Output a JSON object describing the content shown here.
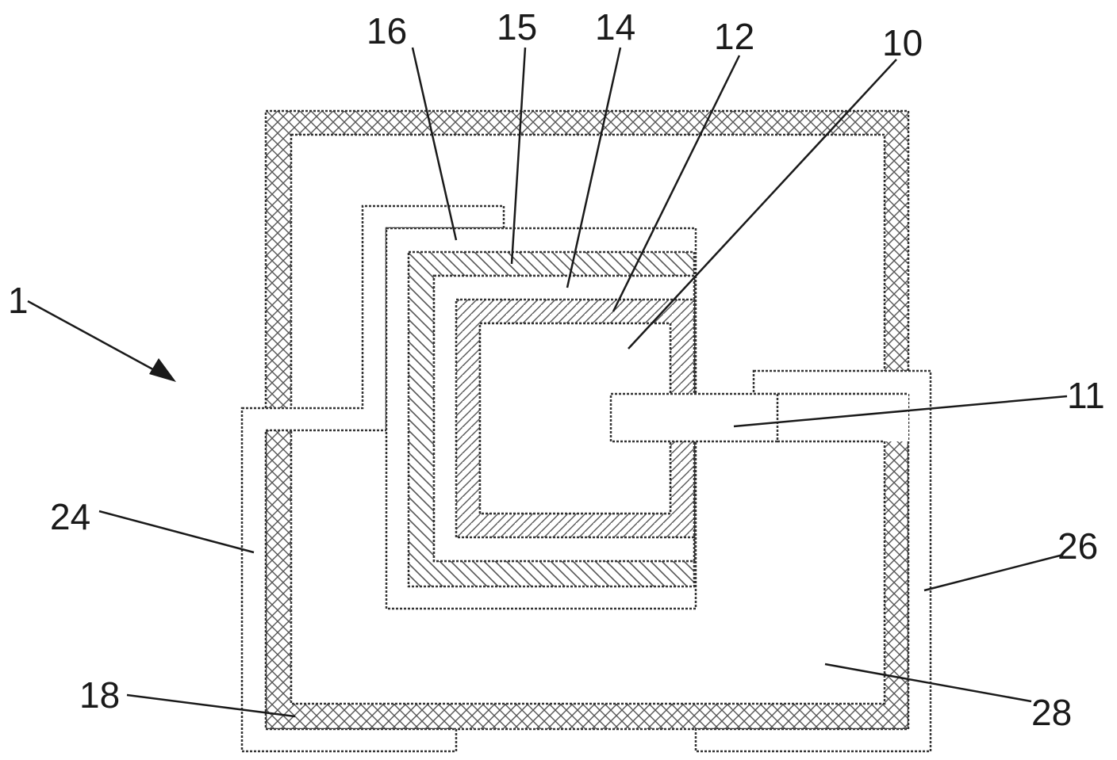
{
  "labels": {
    "assembly": "1",
    "inner_core": "10",
    "tab": "11",
    "layer_12": "12",
    "layer_14": "14",
    "layer_15": "15",
    "layer_16": "16",
    "frame_18": "18",
    "lead_24": "24",
    "lead_26": "26",
    "region_28": "28"
  },
  "colors": {
    "line": "#333333",
    "background": "#ffffff",
    "hatch": "#555555"
  }
}
